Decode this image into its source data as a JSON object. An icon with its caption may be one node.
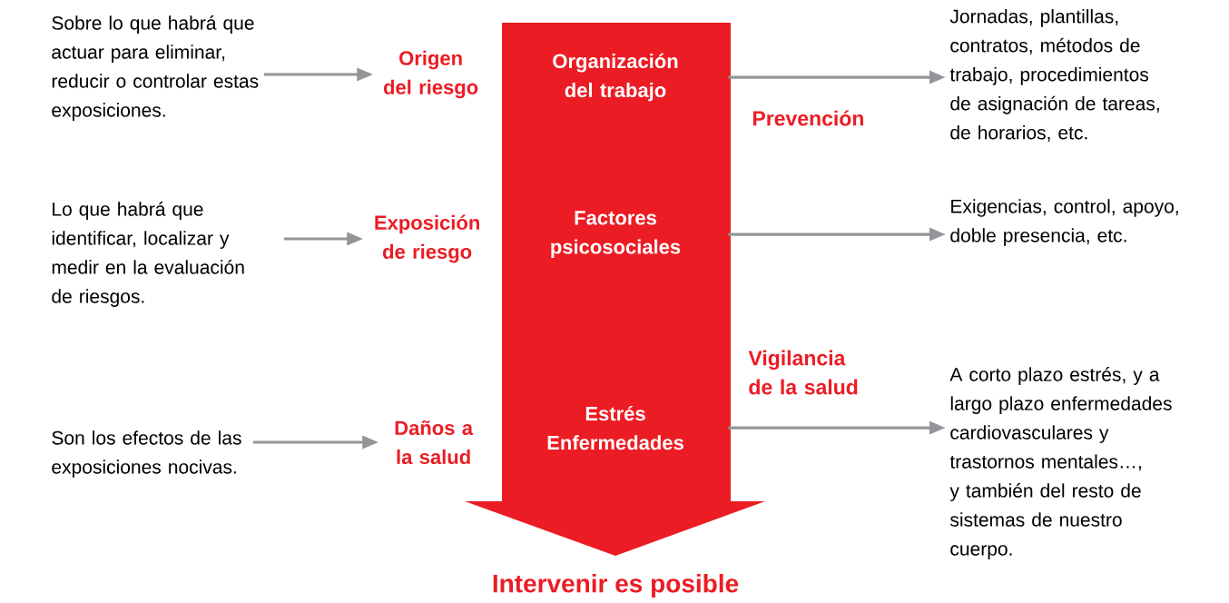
{
  "diagram": {
    "nodes": [
      {
        "text": [
          "Sobre lo que habrá que actuar para eliminar, reducir o controlar estas exposiciones."
        ]
      },
      {
        "text": [
          "Origen del riesgo"
        ]
      },
      {
        "text": [],
        "shape": "arrow",
        "beside": [
          "Intervenir es posible"
        ]
      },
      {
        "text": [
          "Organización del trabajo"
        ],
        "in": 2
      },
      {
        "text": [
          "Jornadas, plantillas, contratos, métodos de trabajo, procedimientos de asignación de tareas, de horarios, etc."
        ]
      },
      {
        "text": [
          "Lo que habrá que identificar, localizar y medir en la evaluación de riesgos."
        ]
      },
      {
        "text": [
          "Exposición de riesgo"
        ]
      },
      {
        "text": [
          "Factores psicosociales"
        ],
        "in": 2
      },
      {
        "text": [
          "Exigencias, control, apoyo, doble presencia, etc."
        ]
      },
      {
        "text": [
          "Son los efectos de las exposiciones nocivas."
        ]
      },
      {
        "text": [
          "Daños a la salud"
        ]
      },
      {
        "text": [
          "Estrés Enfermedades"
        ],
        "in": 2
      },
      {
        "text": [
          "A corto plazo estrés, y a largo plazo enfermedades cardiovasculares y trastornos mentales…, y también del resto de sistemas de nuestro cuerpo."
        ]
      }
    ],
    "edges": [
      {
        "from": 0,
        "to": 1,
        "arrow": "to"
      },
      {
        "from": 3,
        "to": 4,
        "arrow": "to"
      },
      {
        "from": 5,
        "to": 6,
        "arrow": "to"
      },
      {
        "from": 7,
        "to": 8,
        "arrow": "to"
      },
      {
        "from": 9,
        "to": 10,
        "arrow": "to"
      },
      {
        "from": 11,
        "to": 12,
        "arrow": "to"
      }
    ],
    "labels": [
      "Prevención",
      "Vigilancia de la salud"
    ]
  }
}
